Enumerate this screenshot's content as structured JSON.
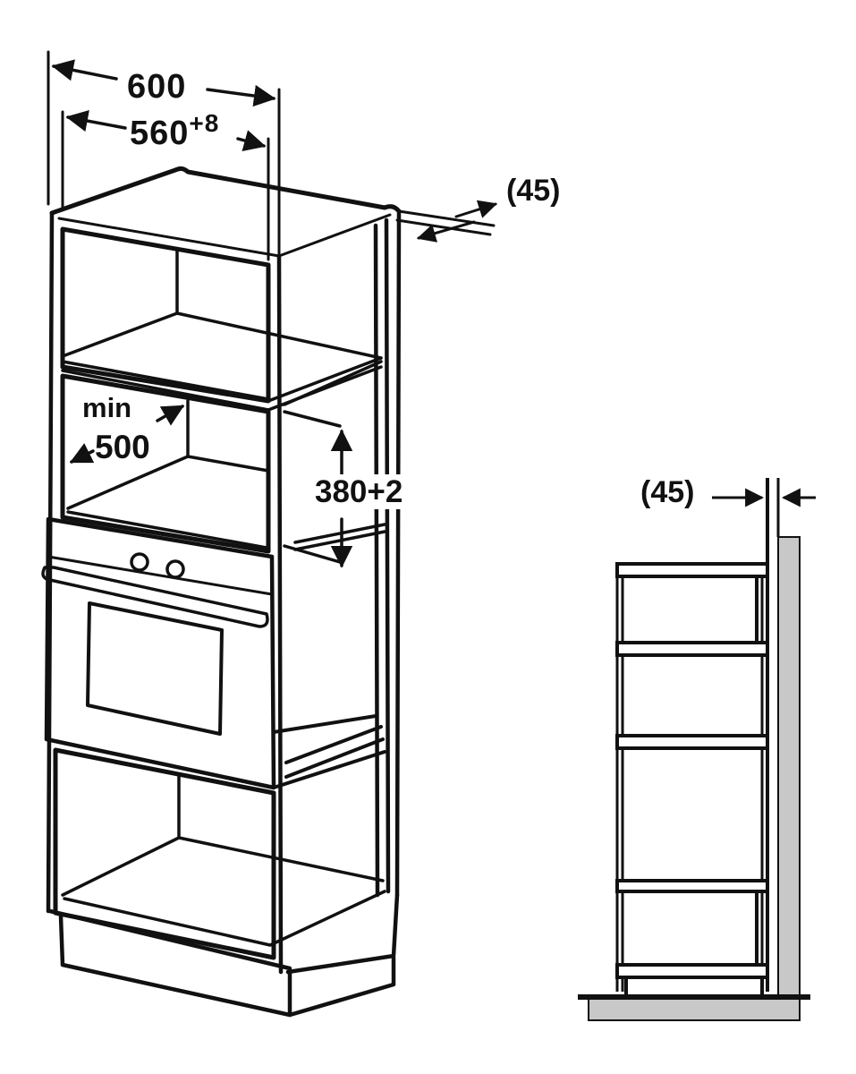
{
  "dimensions": {
    "width_outer": "600",
    "width_inner_base": "560",
    "width_inner_tolerance": "+8",
    "back_gap_top": "(45)",
    "min_label": "min",
    "min_value": "500",
    "niche_height": "380+2",
    "back_gap_side": "(45)"
  },
  "colors": {
    "line": "#111111",
    "wall_fill": "#c8c8c8",
    "floor_fill": "#c8c8c8",
    "background": "#ffffff"
  }
}
